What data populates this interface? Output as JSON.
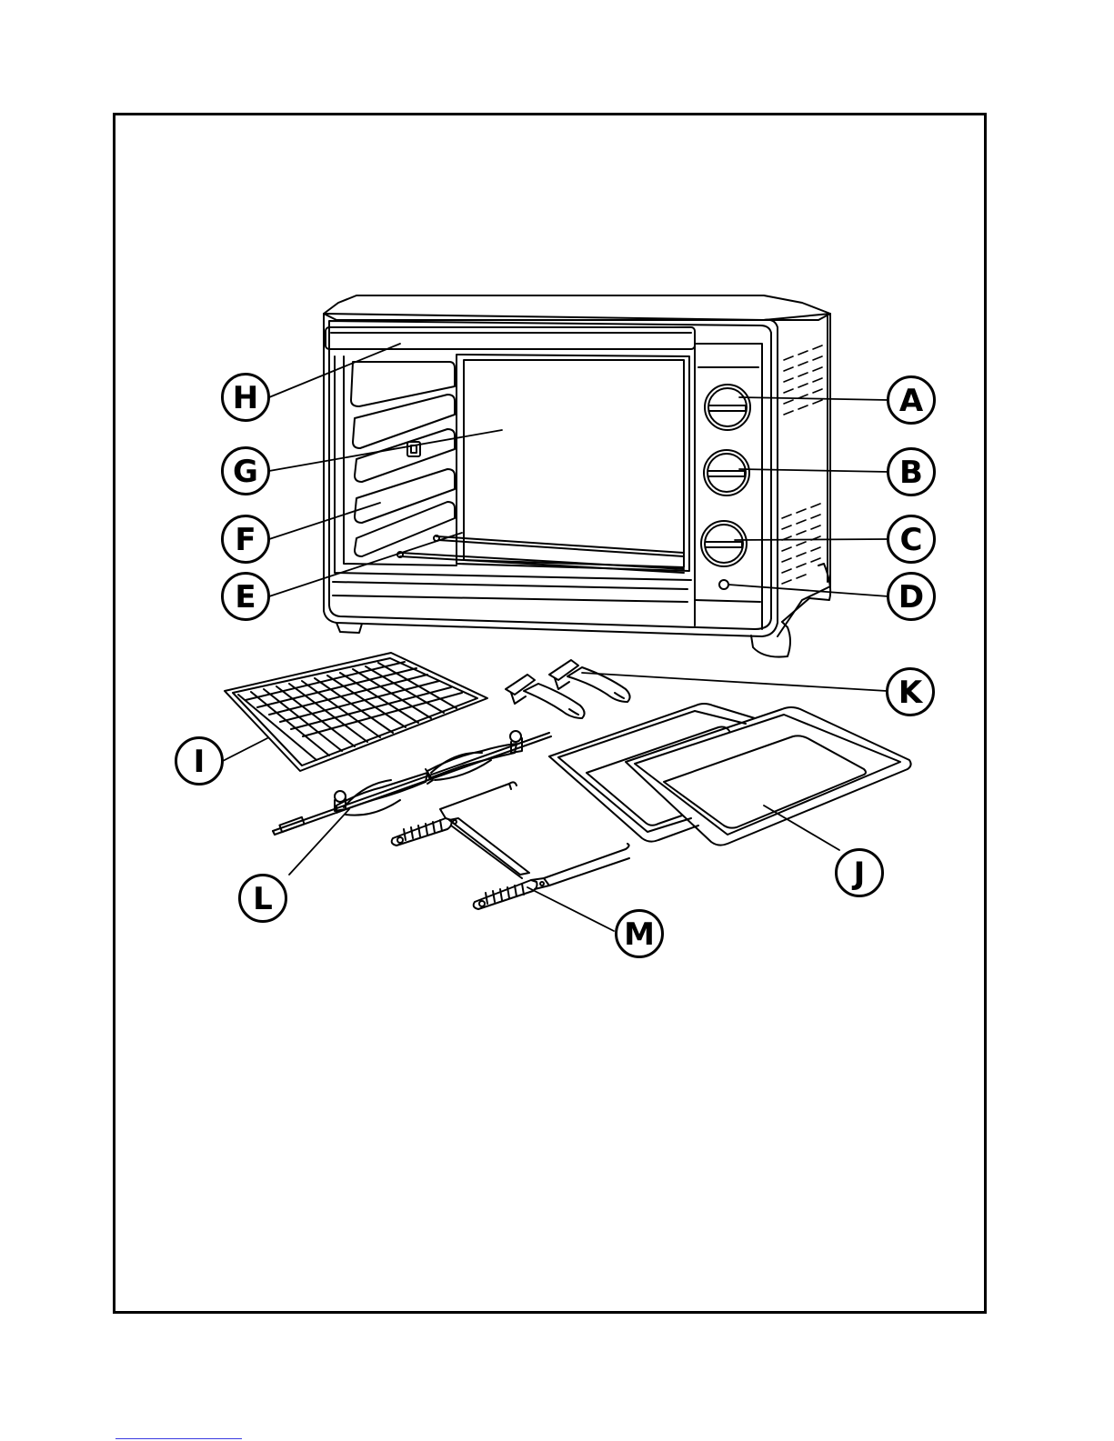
{
  "labels": {
    "A": "A",
    "B": "B",
    "C": "C",
    "D": "D",
    "E": "E",
    "F": "F",
    "G": "G",
    "H": "H",
    "I": "I",
    "J": "J",
    "K": "K",
    "L": "L",
    "M": "M"
  },
  "colors": {
    "line": "#000000",
    "background": "#ffffff",
    "footer_rule": "#3a3ae0"
  }
}
